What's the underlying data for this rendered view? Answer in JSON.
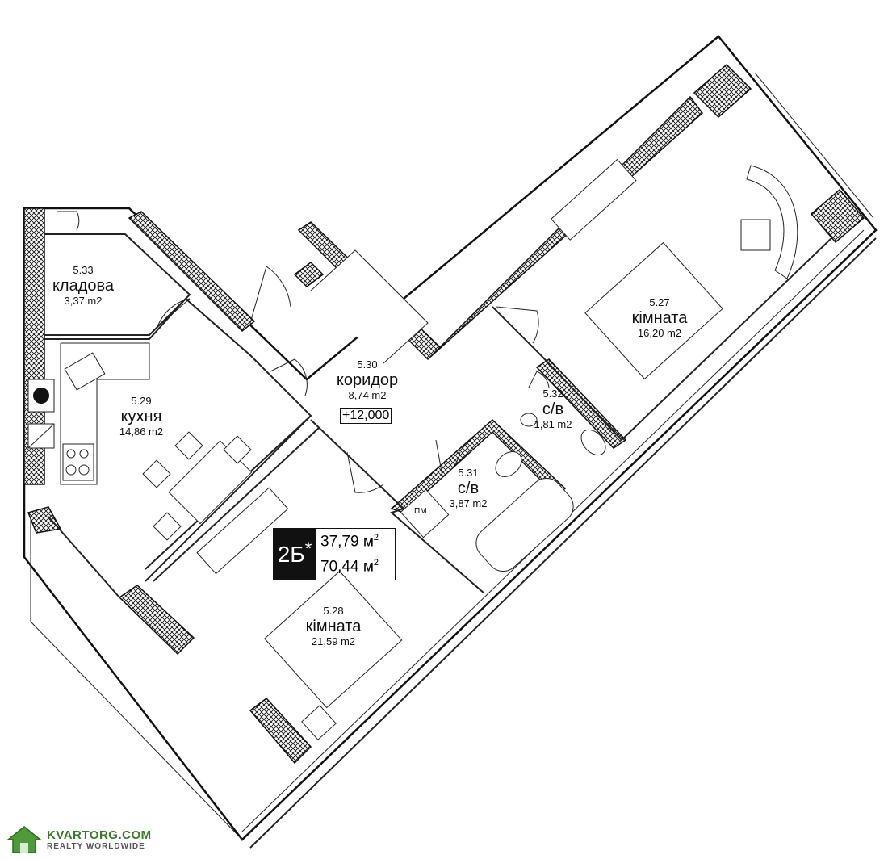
{
  "rooms": [
    {
      "id": "storage",
      "number": "5.33",
      "name": "кладова",
      "area": "3,37 m2"
    },
    {
      "id": "kitchen",
      "number": "5.29",
      "name": "кухня",
      "area": "14,86 m2"
    },
    {
      "id": "corridor",
      "number": "5.30",
      "name": "коридор",
      "area": "8,74 m2"
    },
    {
      "id": "bath-small",
      "number": "5.32",
      "name": "с/в",
      "area": "1,81 m2"
    },
    {
      "id": "bath",
      "number": "5.31",
      "name": "с/в",
      "area": "3,87 m2"
    },
    {
      "id": "room-right",
      "number": "5.27",
      "name": "кімната",
      "area": "16,20 m2"
    },
    {
      "id": "room-bottom",
      "number": "5.28",
      "name": "кімната",
      "area": "21,59 m2"
    }
  ],
  "level_mark": "+12,000",
  "apartment": {
    "code": "2Б",
    "marker": "*",
    "living_area_value": "37,79 м",
    "total_area_value": "70,44 м",
    "unit_exp": "2"
  },
  "washer_label": "ПМ",
  "watermark": {
    "line1": "KVARTORG.COM",
    "line2": "REALTY WORLDWIDE"
  }
}
